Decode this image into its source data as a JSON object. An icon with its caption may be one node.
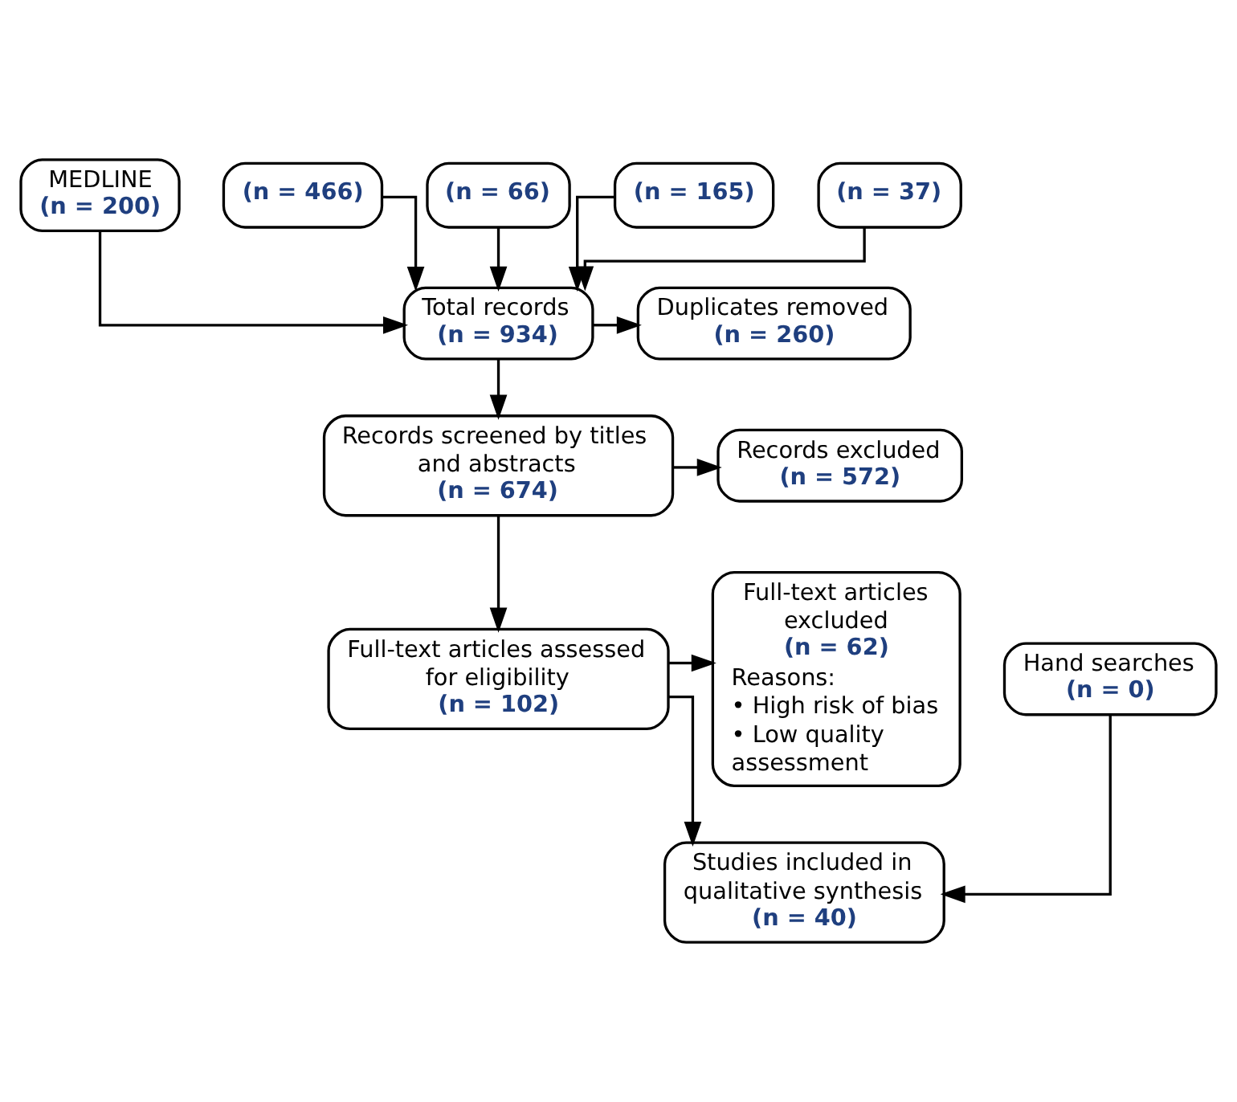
{
  "diagram": {
    "nodes": [
      {
        "text": [
          "MEDLINE",
          "(n = 200)"
        ]
      },
      {
        "text": [
          "(n = 466)"
        ]
      },
      {
        "text": [
          "(n = 66)"
        ]
      },
      {
        "text": [
          "(n = 165)"
        ]
      },
      {
        "text": [
          "(n = 37)"
        ]
      },
      {
        "text": [
          "Total records",
          "(n = 934)"
        ]
      },
      {
        "text": [
          "Duplicates removed",
          "(n = 260)"
        ]
      },
      {
        "text": [
          "Records screened by titles and abstracts",
          "(n = 674)"
        ]
      },
      {
        "text": [
          "Records excluded",
          "(n = 572)"
        ]
      },
      {
        "text": [
          "Hand searches",
          "(n = 0)"
        ]
      },
      {
        "text": [
          "Full-text articles assessed for eligibility",
          "(n = 102)"
        ]
      },
      {
        "text": [
          "Studies included in qualitative synthesis",
          "(n = 40)"
        ]
      },
      {
        "text": [
          "Full-text articles excluded",
          "(n = 62)",
          "Reasons:",
          "• High risk of bias",
          "• Low quality assessment"
        ]
      }
    ],
    "edges": [
      {
        "from": 0,
        "to": 5,
        "arrow": "to"
      },
      {
        "from": 1,
        "to": 5,
        "arrow": "to"
      },
      {
        "from": 2,
        "to": 5,
        "arrow": "to"
      },
      {
        "from": 3,
        "to": 5,
        "arrow": "to"
      },
      {
        "from": 4,
        "to": 5,
        "arrow": "to"
      },
      {
        "from": 5,
        "to": 7,
        "arrow": "to"
      },
      {
        "from": 5,
        "to": 6,
        "arrow": "to"
      },
      {
        "from": 7,
        "to": 10,
        "arrow": "to"
      },
      {
        "from": 7,
        "to": 8,
        "arrow": "to"
      },
      {
        "from": 10,
        "to": 11,
        "arrow": "to"
      },
      {
        "from": 10,
        "to": 12,
        "arrow": "to"
      },
      {
        "from": 9,
        "to": 11,
        "arrow": "to"
      }
    ]
  }
}
